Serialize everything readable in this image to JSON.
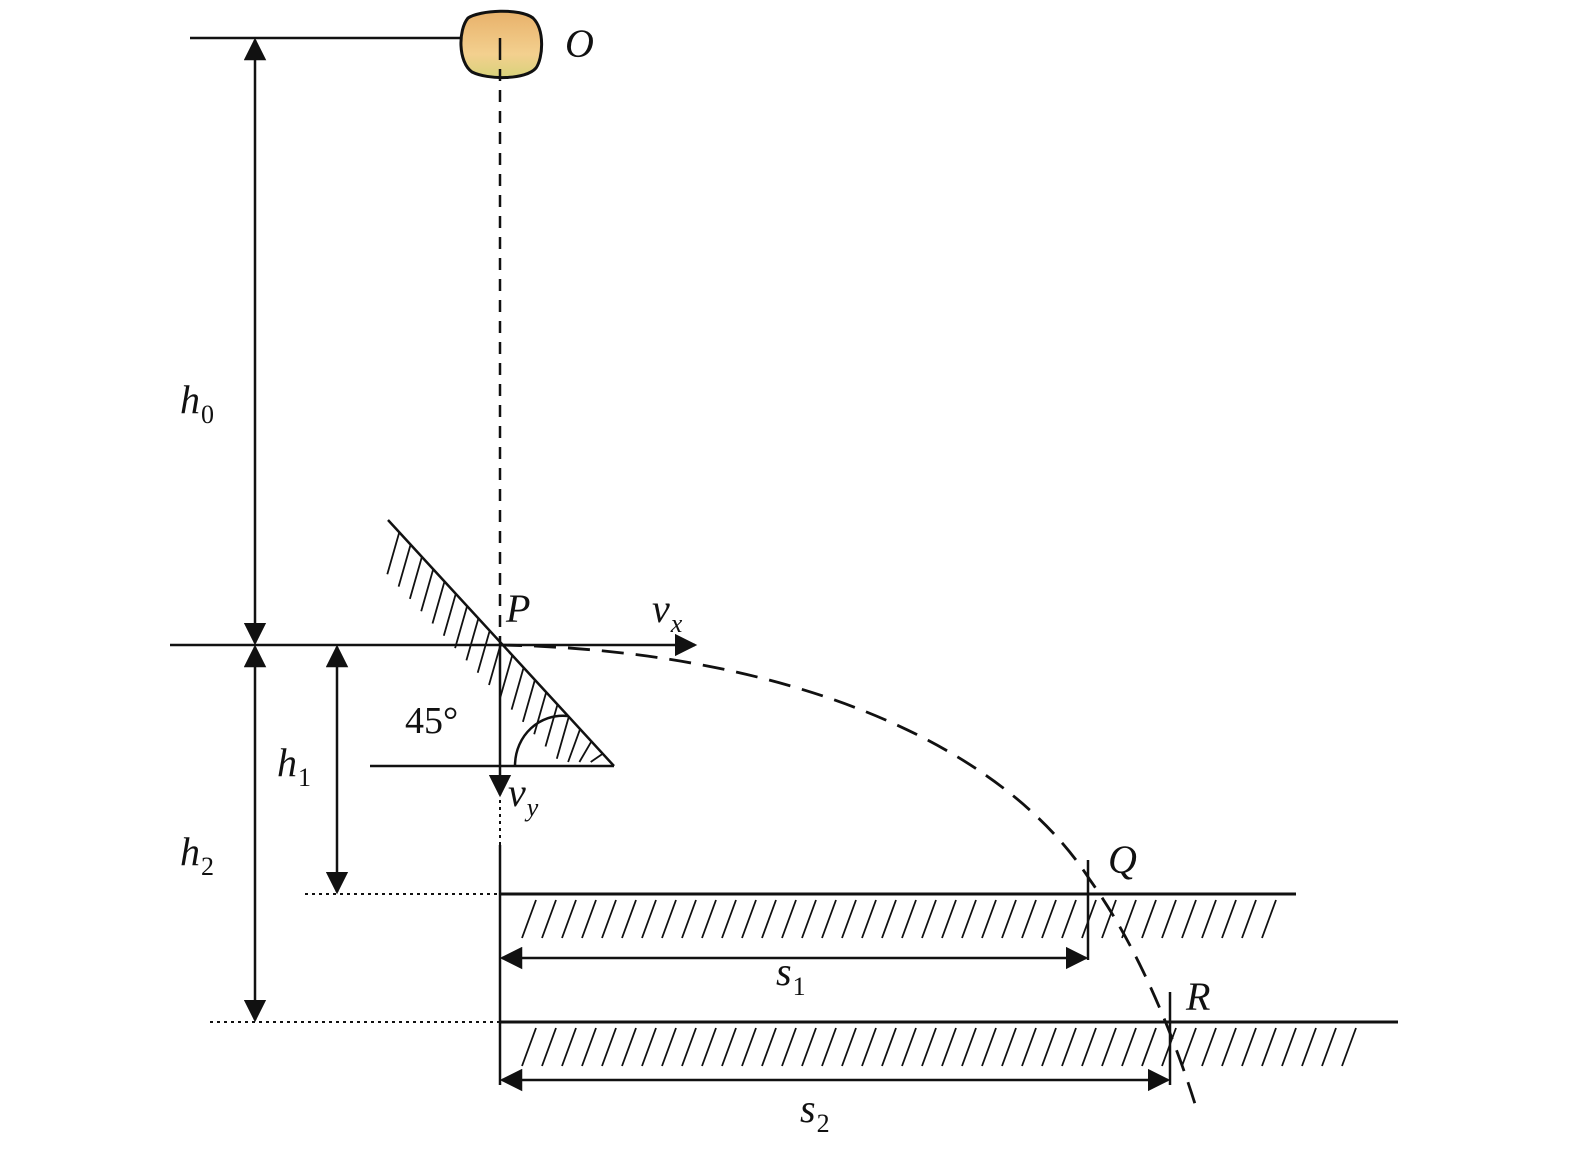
{
  "colors": {
    "ink": "#111111",
    "stone_fill": "#e8b16a",
    "stone_fill_light": "#f3d08f",
    "stone_fill_green": "#d8d27a"
  },
  "labels": {
    "point_o": "O",
    "point_p": "P",
    "point_q": "Q",
    "point_r": "R",
    "height_h0_base": "h",
    "height_h0_sub": "0",
    "height_h1_base": "h",
    "height_h1_sub": "1",
    "height_h2_base": "h",
    "height_h2_sub": "2",
    "velocity_x_base": "v",
    "velocity_x_sub": "x",
    "velocity_y_base": "v",
    "velocity_y_sub": "y",
    "angle": "45°",
    "distance_s1_base": "s",
    "distance_s1_sub": "1",
    "distance_s2_base": "s",
    "distance_s2_sub": "2"
  },
  "icons": {
    "stone": "stone-icon"
  }
}
